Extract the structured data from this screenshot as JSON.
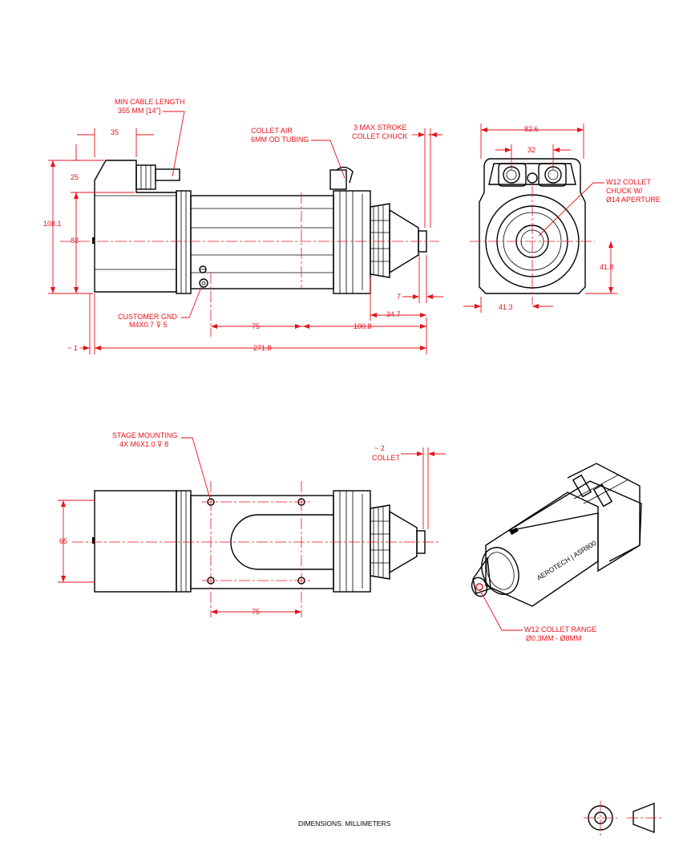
{
  "colors": {
    "dimension": "#e8111b",
    "outline": "#000000",
    "background": "#ffffff"
  },
  "side_view": {
    "dims": {
      "cable_w": "35",
      "top_h": "25",
      "overall_h": "108.1",
      "axis_h": "83",
      "stroke_w": "7",
      "nose_len": "34.7",
      "mount_spacing": "75",
      "mount_to_end": "100.8",
      "overall_len": "271.8",
      "tail": "~ 1"
    },
    "callouts": {
      "cable_1": "MIN CABLE LENGTH",
      "cable_2": "355 MM [14\"]",
      "air_1": "COLLET AIR",
      "air_2": "6MM OD TUBING",
      "stroke_1": "3 MAX STROKE",
      "stroke_2": "COLLET CHUCK",
      "gnd_1": "CUSTOMER GND",
      "gnd_2": "M4X0.7 ⊽ 5"
    }
  },
  "end_view": {
    "dims": {
      "width": "82.6",
      "port_spacing": "32",
      "center_h": "41.8",
      "center_w": "41.3"
    },
    "callouts": {
      "collet_1": "W12 COLLET",
      "collet_2": "CHUCK W/",
      "collet_3": "Ø14 APERTURE"
    }
  },
  "top_view": {
    "dims": {
      "width": "65",
      "mount_spacing": "75",
      "collet_gap": "~ 2"
    },
    "callouts": {
      "mount_1": "STAGE MOUNTING",
      "mount_2": "4X M6X1.0 ⊽ 8",
      "collet_label": "COLLET"
    }
  },
  "iso_view": {
    "brand": "AEROTECH | ASR800",
    "callouts": {
      "range_1": "W12 COLLET RANGE",
      "range_2": "Ø0.3MM - Ø8MM"
    }
  },
  "footer": {
    "units": "DIMENSIONS:  MILLIMETERS"
  }
}
